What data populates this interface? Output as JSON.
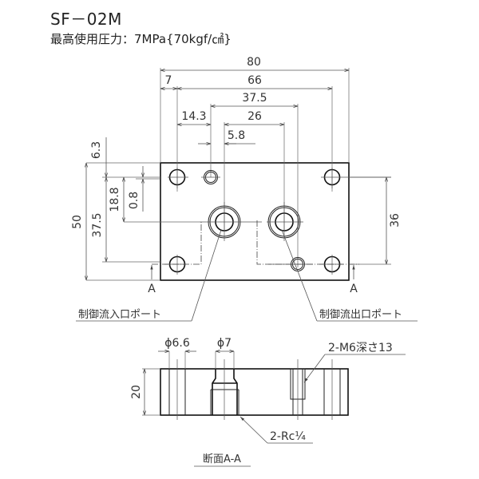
{
  "header": {
    "model": "SF－02M",
    "pressure_label": "最高使用圧力：7MPa{70kgf/㎠}"
  },
  "plan_view": {
    "horizontal_dims": {
      "overall": "80",
      "mount_pitch_edge": "7",
      "mount_pitch": "66",
      "port_to_port_outer": "37.5",
      "edge_to_port": "14.3",
      "port_pitch": "26",
      "pin_offset": "5.8"
    },
    "vertical_dims": {
      "top_to_pin": "6.3",
      "overall": "50",
      "mount_pitch_left": "37.5",
      "port_height": "18.8",
      "pin_offset": "0.8",
      "mount_pitch_right": "36"
    },
    "section_marker_left": "A",
    "section_marker_right": "A",
    "callouts": {
      "inlet_port": "制御流入口ポート",
      "outlet_port": "制御流出口ポート"
    }
  },
  "section_view": {
    "counterbore_dia": "ϕ6.6",
    "port_dia": "ϕ7",
    "thread_note": "2-M6深さ13",
    "height": "20",
    "port_thread": "2-Rc¼",
    "section_title": "断面A-A"
  }
}
